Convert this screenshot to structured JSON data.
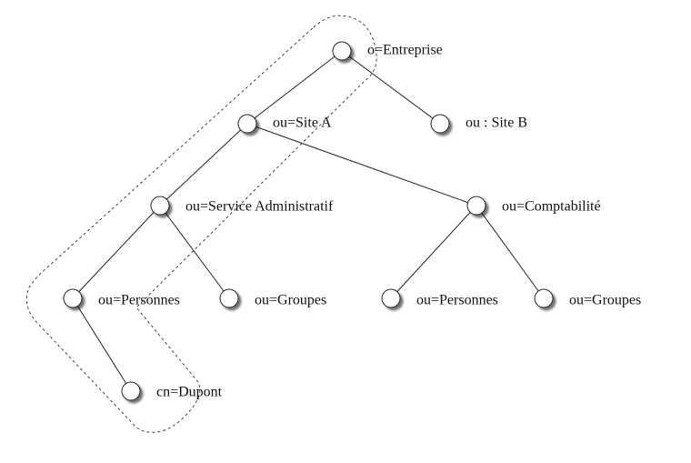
{
  "nodes": [
    {
      "id": "entreprise",
      "label": "o=Entreprise"
    },
    {
      "id": "site-a",
      "label": "ou=Site A"
    },
    {
      "id": "site-b",
      "label": "ou : Site B"
    },
    {
      "id": "service-admin",
      "label": "ou=Service Administratif"
    },
    {
      "id": "comptabilite",
      "label": "ou=Comptabilité"
    },
    {
      "id": "sa-personnes",
      "label": "ou=Personnes"
    },
    {
      "id": "sa-groupes",
      "label": "ou=Groupes"
    },
    {
      "id": "co-personnes",
      "label": "ou=Personnes"
    },
    {
      "id": "co-groupes",
      "label": "ou=Groupes"
    },
    {
      "id": "dupont",
      "label": "cn=Dupont"
    }
  ],
  "edges": [
    [
      "entreprise",
      "site-a"
    ],
    [
      "entreprise",
      "site-b"
    ],
    [
      "site-a",
      "service-admin"
    ],
    [
      "site-a",
      "comptabilite"
    ],
    [
      "service-admin",
      "sa-personnes"
    ],
    [
      "service-admin",
      "sa-groupes"
    ],
    [
      "comptabilite",
      "co-personnes"
    ],
    [
      "comptabilite",
      "co-groupes"
    ],
    [
      "sa-personnes",
      "dupont"
    ]
  ],
  "highlight_path": [
    "entreprise",
    "site-a",
    "service-admin",
    "sa-personnes",
    "dupont"
  ]
}
